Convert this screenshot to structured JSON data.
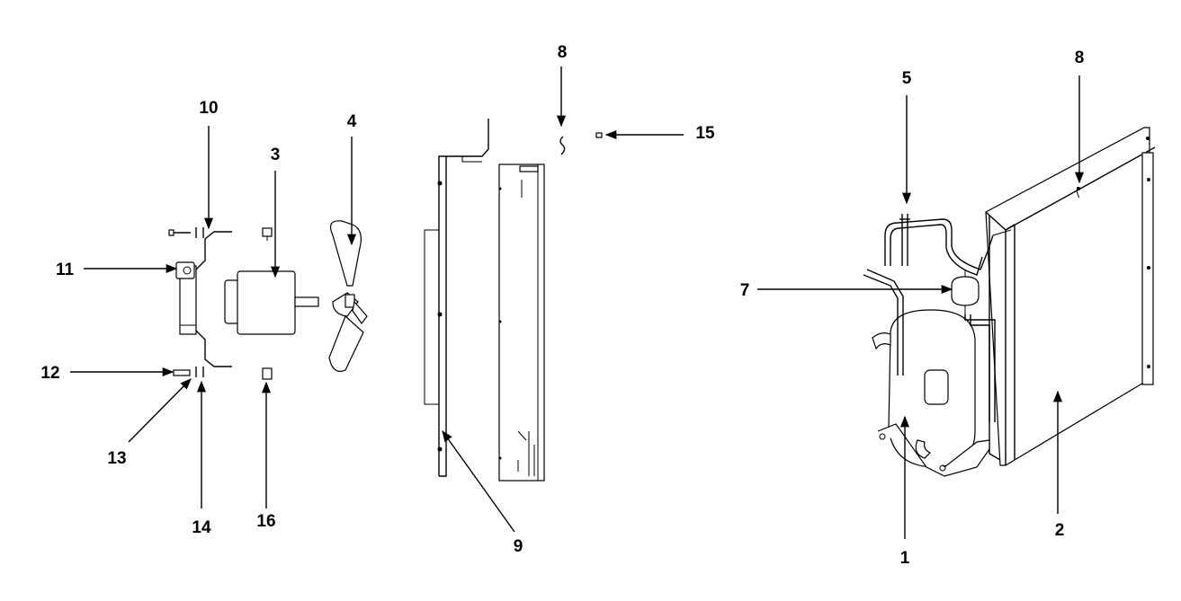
{
  "callouts": {
    "c1": "1",
    "c2": "2",
    "c3": "3",
    "c4": "4",
    "c5": "5",
    "c7": "7",
    "c8a": "8",
    "c8b": "8",
    "c9": "9",
    "c10": "10",
    "c11": "11",
    "c12": "12",
    "c13": "13",
    "c14": "14",
    "c15": "15",
    "c16": "16"
  }
}
